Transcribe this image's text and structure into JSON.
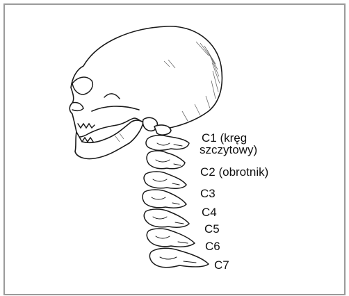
{
  "figure": {
    "labels": {
      "c1_line1": "C1 (kręg",
      "c1_line2": "szczytowy)",
      "c2": "C2 (obrotnik)",
      "c3": "C3",
      "c4": "C4",
      "c5": "C5",
      "c6": "C6",
      "c7": "C7"
    },
    "colors": {
      "frame": "#9a9a9a",
      "stroke": "#1a1a1a",
      "shade": "#6a6a6a"
    }
  }
}
